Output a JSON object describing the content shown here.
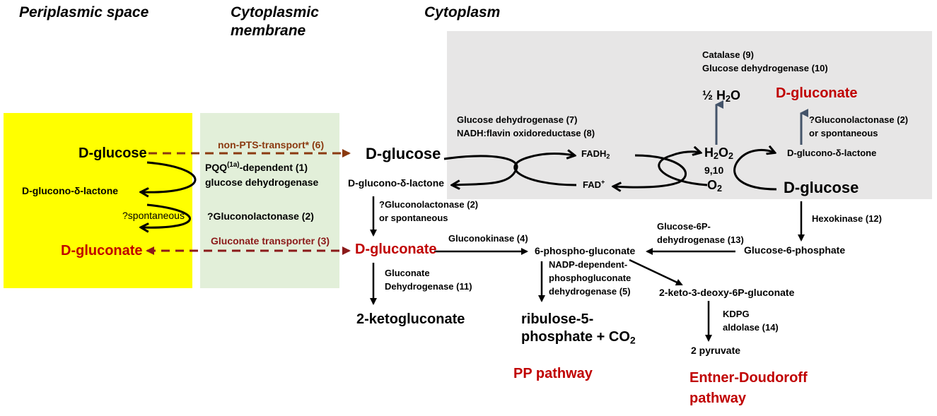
{
  "colors": {
    "periplasm_bg": "#ffff00",
    "membrane_bg": "#e2efd9",
    "cytoplasm_box_bg": "#e7e6e6",
    "metabolite_red": "#c00000",
    "transport_arrow": "#8b1a1a",
    "non_pts_arrow": "#8b3a10",
    "oxidation_arrow": "#44546a"
  },
  "headers": {
    "periplasm": "Periplasmic space",
    "membrane_line1": "Cytoplasmic",
    "membrane_line2": "membrane",
    "cytoplasm": "Cytoplasm"
  },
  "periplasm": {
    "glucose": "D-glucose",
    "lactone": "D-glucono-δ-lactone",
    "spontaneous": "?spontaneous",
    "gluconate": "D-gluconate"
  },
  "membrane": {
    "non_pts": "non-PTS-transport* (6)",
    "pqq_a": "PQQ",
    "pqq_sup": "(1a)",
    "pqq_b": "-dependent (1)",
    "gdh": "glucose dehydrogenase",
    "gluconolactonase": "?Gluconolactonase (2)",
    "gluconate_transporter": "Gluconate transporter (3)"
  },
  "cytoplasm": {
    "glucose": "D-glucose",
    "lactone": "D-glucono-δ-lactone",
    "gluconolactonase_line1": "?Gluconolactonase (2)",
    "gluconolactonase_line2": "or spontaneous",
    "gluconate": "D-gluconate",
    "gluconokinase": "Gluconokinase (4)",
    "phosphogluconate": "6-phospho-gluconate",
    "gluconate_dh_line1": "Gluconate",
    "gluconate_dh_line2": "Dehydrogenase (11)",
    "ketogluconate": "2-ketogluconate",
    "nadp_line1": "NADP-dependent-",
    "nadp_line2": "phosphogluconate",
    "nadp_line3": "dehydrogenase (5)",
    "ribulose_line1": "ribulose-5-",
    "ribulose_line2": "phosphate + CO",
    "ribulose_sub": "2",
    "pp_pathway": "PP pathway",
    "kdpg_intermediate": "2-keto-3-deoxy-6P-gluconate",
    "kdpg_line1": "KDPG",
    "kdpg_line2": "aldolase (14)",
    "pyruvate": "2 pyruvate",
    "ed_line1": "Entner-Doudoroff",
    "ed_line2": "pathway",
    "g6pdh_line1": "Glucose-6P-",
    "g6pdh_line2": "dehydrogenase (13)",
    "g6p": "Glucose-6-phosphate",
    "hexokinase": "Hexokinase (12)"
  },
  "grey_box": {
    "enzymes_line1": "Glucose dehydrogenase (7)",
    "enzymes_line2": "NADH:flavin oxidoreductase (8)",
    "fadh": "FADH",
    "fadh_sub": "2",
    "fad": "FAD",
    "fad_sup": "+",
    "h2o2_a": "H",
    "h2o2_sub1": "2",
    "h2o2_b": "O",
    "h2o2_sub2": "2",
    "reaction_ids": "9,10",
    "o2_a": "O",
    "o2_sub": "2",
    "catalase": "Catalase (9)",
    "gdh10": "Glucose dehydrogenase (10)",
    "water": "½ H",
    "water_sub": "2",
    "water_b": "O",
    "gluconate": "D-gluconate",
    "gluconolactonase_line1": "?Gluconolactonase (2)",
    "gluconolactonase_line2": "or spontaneous",
    "lactone": "D-glucono-δ-lactone",
    "glucose": "D-glucose"
  }
}
